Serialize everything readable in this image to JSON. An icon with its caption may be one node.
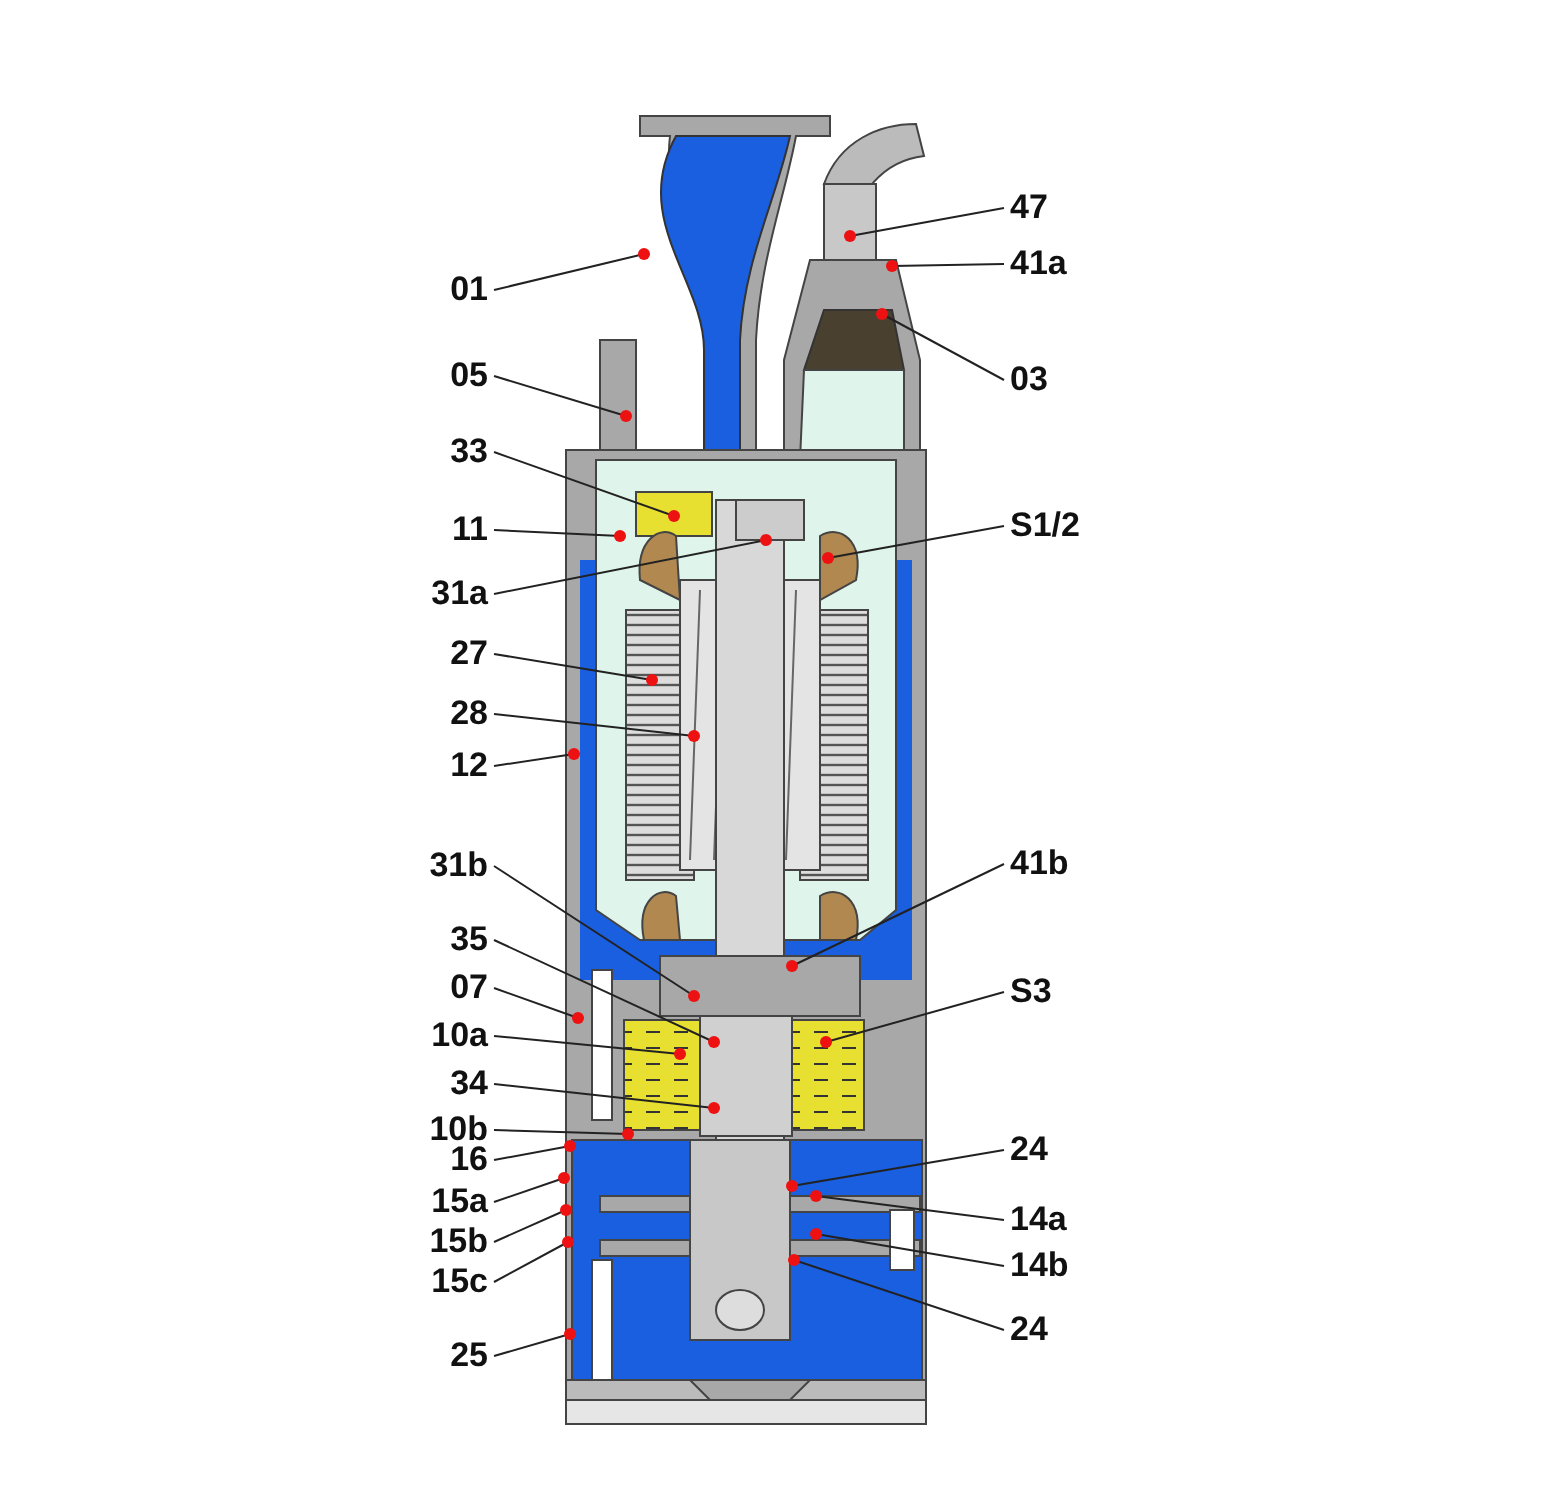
{
  "diagram": {
    "nodes": [
      {
        "text": [
          "01"
        ]
      },
      {
        "text": [
          "05"
        ]
      },
      {
        "text": [
          "33"
        ]
      },
      {
        "text": [
          "11"
        ]
      },
      {
        "text": [
          "31a"
        ]
      },
      {
        "text": [
          "27"
        ]
      },
      {
        "text": [
          "28"
        ]
      },
      {
        "text": [
          "12"
        ]
      },
      {
        "text": [
          "31b"
        ]
      },
      {
        "text": [
          "35"
        ]
      },
      {
        "text": [
          "07"
        ]
      },
      {
        "text": [
          "10a"
        ]
      },
      {
        "text": [
          "34"
        ]
      },
      {
        "text": [
          "10b"
        ]
      },
      {
        "text": [
          "16"
        ]
      },
      {
        "text": [
          "15a"
        ]
      },
      {
        "text": [
          "15b"
        ]
      },
      {
        "text": [
          "15c"
        ]
      },
      {
        "text": [
          "25"
        ]
      },
      {
        "text": [
          "47"
        ]
      },
      {
        "text": [
          "41a"
        ]
      },
      {
        "text": [
          "03"
        ]
      },
      {
        "text": [
          "S1/2"
        ]
      },
      {
        "text": [
          "41b"
        ]
      },
      {
        "text": [
          "S3"
        ]
      },
      {
        "text": [
          "24"
        ]
      },
      {
        "text": [
          "14a"
        ]
      },
      {
        "text": [
          "14b"
        ]
      },
      {
        "text": [
          "24"
        ]
      }
    ],
    "edges": [
      {
        "from": 0,
        "to": null,
        "arrow": "other"
      },
      {
        "from": 1,
        "to": null,
        "arrow": "other"
      },
      {
        "from": 2,
        "to": null,
        "arrow": "other"
      },
      {
        "from": 3,
        "to": null,
        "arrow": "other"
      },
      {
        "from": 4,
        "to": null,
        "arrow": "other"
      },
      {
        "from": 5,
        "to": null,
        "arrow": "other"
      },
      {
        "from": 6,
        "to": null,
        "arrow": "other"
      },
      {
        "from": 7,
        "to": null,
        "arrow": "other"
      },
      {
        "from": 8,
        "to": null,
        "arrow": "other"
      },
      {
        "from": 9,
        "to": null,
        "arrow": "other"
      },
      {
        "from": 10,
        "to": null,
        "arrow": "other"
      },
      {
        "from": 11,
        "to": null,
        "arrow": "other"
      },
      {
        "from": 12,
        "to": null,
        "arrow": "other"
      },
      {
        "from": 13,
        "to": null,
        "arrow": "other"
      },
      {
        "from": 14,
        "to": null,
        "arrow": "other"
      },
      {
        "from": 15,
        "to": null,
        "arrow": "other"
      },
      {
        "from": 16,
        "to": null,
        "arrow": "other"
      },
      {
        "from": 17,
        "to": null,
        "arrow": "other"
      },
      {
        "from": 18,
        "to": null,
        "arrow": "other"
      },
      {
        "from": 19,
        "to": null,
        "arrow": "other"
      },
      {
        "from": 20,
        "to": null,
        "arrow": "other"
      },
      {
        "from": 21,
        "to": null,
        "arrow": "other"
      },
      {
        "from": 22,
        "to": null,
        "arrow": "other"
      },
      {
        "from": 23,
        "to": null,
        "arrow": "other"
      },
      {
        "from": 24,
        "to": null,
        "arrow": "other"
      },
      {
        "from": 25,
        "to": null,
        "arrow": "other"
      },
      {
        "from": 26,
        "to": null,
        "arrow": "other"
      },
      {
        "from": 27,
        "to": null,
        "arrow": "other"
      },
      {
        "from": 28,
        "to": null,
        "arrow": "other"
      }
    ]
  }
}
